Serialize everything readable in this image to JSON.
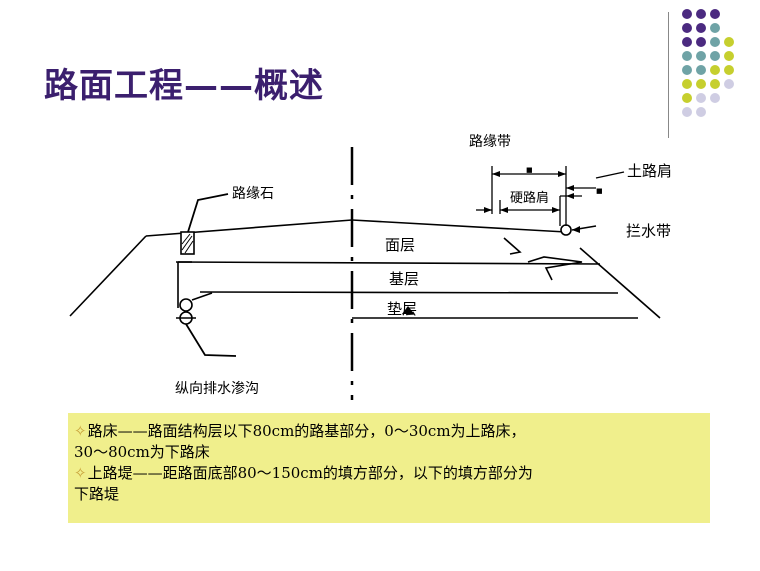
{
  "title": "路面工程——概述",
  "diagram": {
    "labels": {
      "curb_stone": "路缘石",
      "edge_strip": "路缘带",
      "soil_shoulder": "土路肩",
      "hard_shoulder": "硬路肩",
      "water_barrier": "拦水带",
      "surface_layer": "面层",
      "base_layer": "基层",
      "cushion_layer": "垫层",
      "drain": "纵向排水渗沟"
    }
  },
  "notes": {
    "bullet_symbol": "✧",
    "items": [
      {
        "lines": [
          "路床——路面结构层以下80cm的路基部分，0～30cm为上路床，",
          "30～80cm为下路床"
        ]
      },
      {
        "lines": [
          "上路堤——距路面底部80～150cm的填方部分，以下的填方部分为",
          "下路堤"
        ]
      }
    ]
  },
  "decor": {
    "dot_colors": {
      "purple": "#4b2a80",
      "teal": "#6fa3a6",
      "yellow": "#c6cf2e",
      "lavender": "#cfcde3"
    }
  }
}
